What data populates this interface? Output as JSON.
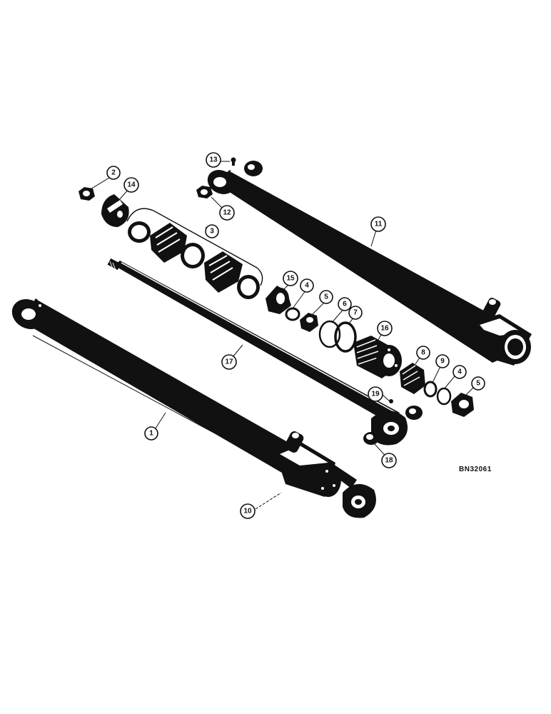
{
  "drawing": {
    "reference_code": "BN32061"
  },
  "callouts": {
    "c1": "1",
    "c2": "2",
    "c3": "3",
    "c4a": "4",
    "c4b": "4",
    "c5a": "5",
    "c5b": "5",
    "c6": "6",
    "c7": "7",
    "c8": "8",
    "c9": "9",
    "c10": "10",
    "c11": "11",
    "c12": "12",
    "c13": "13",
    "c14": "14",
    "c15": "15",
    "c16": "16",
    "c17": "17",
    "c18": "18",
    "c19": "19"
  },
  "colors": {
    "ink": "#111111",
    "paper": "#ffffff"
  }
}
